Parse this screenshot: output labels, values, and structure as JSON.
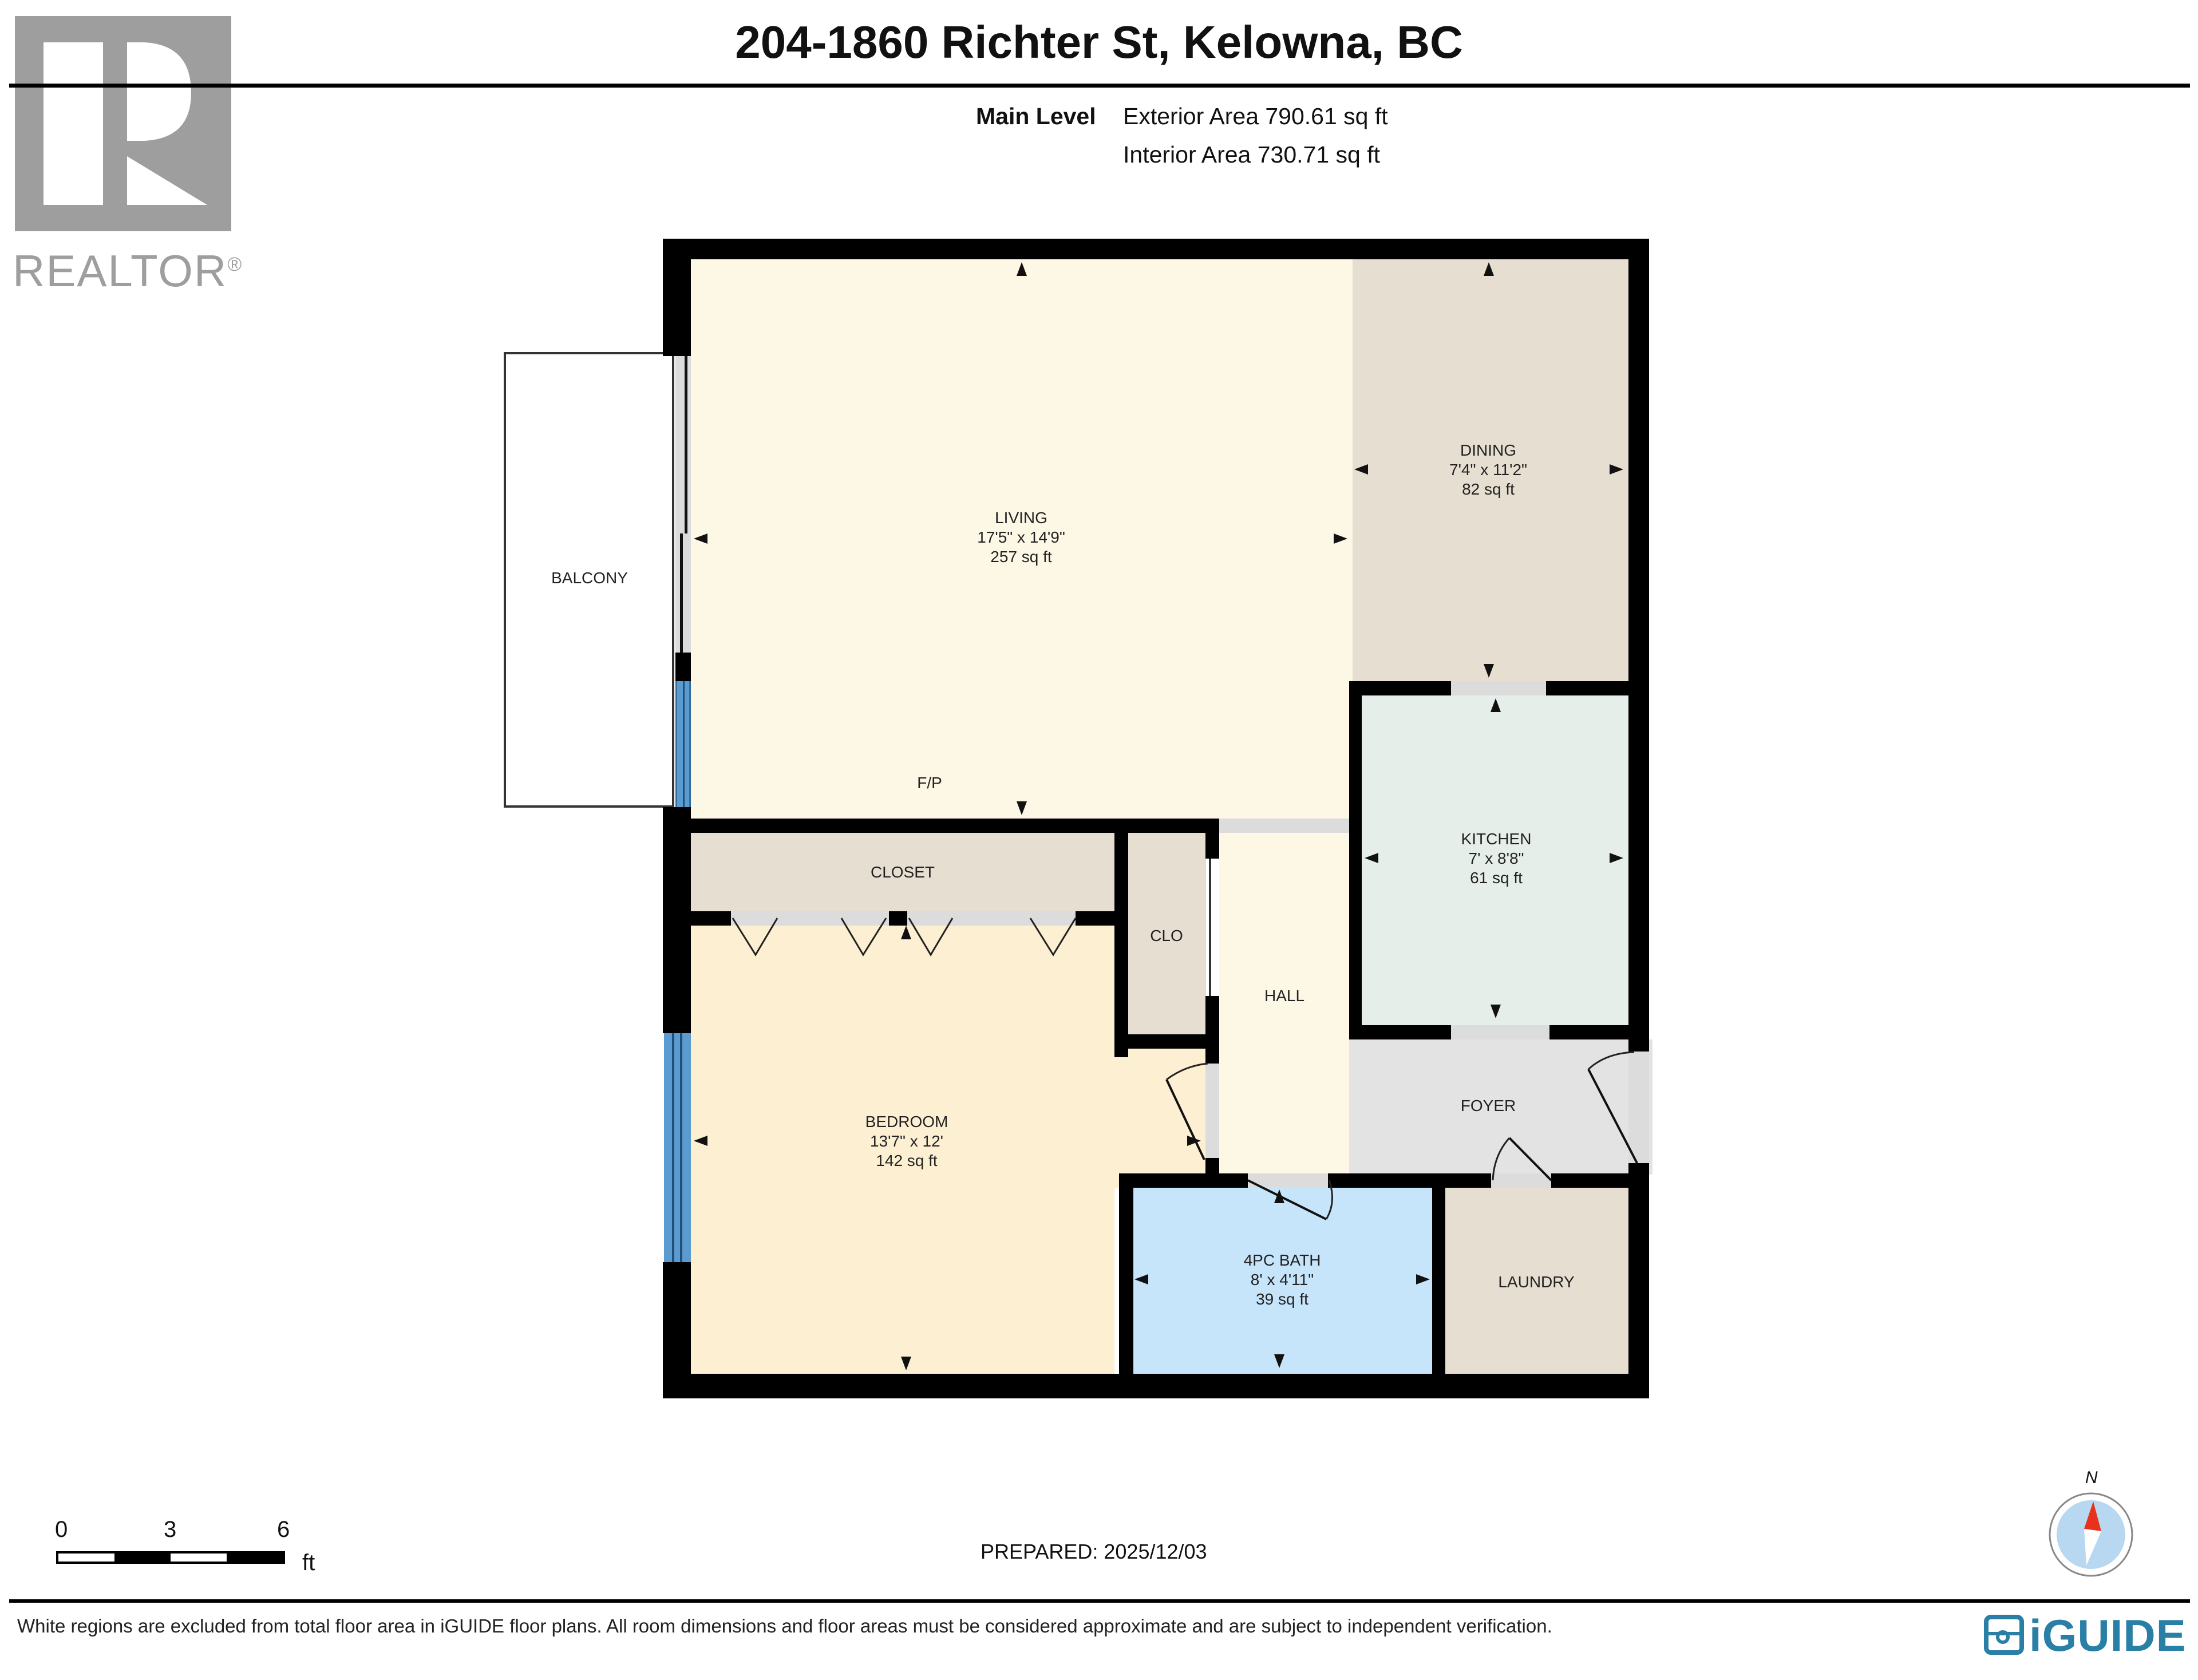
{
  "header": {
    "title": "204-1860 Richter St, Kelowna, BC",
    "level_label": "Main Level",
    "exterior_area": "Exterior Area 790.61 sq ft",
    "interior_area": "Interior Area 730.71 sq ft"
  },
  "logos": {
    "realtor": "REALTOR",
    "realtor_mark": "®",
    "iguide": "iGUIDE"
  },
  "rooms": {
    "living": {
      "name": "LIVING",
      "dims": "17'5\" x 14'9\"",
      "area": "257 sq ft",
      "color": "#fdf7e5"
    },
    "dining": {
      "name": "DINING",
      "dims": "7'4\" x 11'2\"",
      "area": "82 sq ft",
      "color": "#e6ded0"
    },
    "kitchen": {
      "name": "KITCHEN",
      "dims": "7' x 8'8\"",
      "area": "61 sq ft",
      "color": "#e6eee9"
    },
    "closet": {
      "name": "CLOSET",
      "color": "#e6ded0"
    },
    "clo": {
      "name": "CLO",
      "color": "#e6ded0"
    },
    "hall": {
      "name": "HALL",
      "color": "#fdf7e5"
    },
    "foyer": {
      "name": "FOYER",
      "color": "#e3e3e3"
    },
    "bedroom": {
      "name": "BEDROOM",
      "dims": "13'7\" x 12'",
      "area": "142 sq ft",
      "color": "#fdefd2"
    },
    "bath": {
      "name": "4PC BATH",
      "dims": "8' x 4'11\"",
      "area": "39 sq ft",
      "color": "#c6e4fa"
    },
    "laundry": {
      "name": "LAUNDRY",
      "color": "#e6ded0"
    },
    "balcony": {
      "name": "BALCONY",
      "color": "#ffffff"
    },
    "fireplace": {
      "label": "F/P"
    }
  },
  "scale_bar": {
    "ticks": [
      "0",
      "3",
      "6"
    ],
    "unit": "ft"
  },
  "compass": {
    "label": "N",
    "needle_color": "#e8321e",
    "dial_color": "#b8d8f2"
  },
  "prepared": "PREPARED: 2025/12/03",
  "footer": {
    "disclaimer": "White regions are excluded from total floor area in iGUIDE floor plans. All room dimensions and floor areas must be considered approximate and are subject to independent verification."
  },
  "colors": {
    "wall": "#000000",
    "window": "#5b9bd0",
    "opening": "#dcdcdc",
    "realtor_gray": "#9e9e9e",
    "iguide_blue": "#2a7fa6"
  }
}
